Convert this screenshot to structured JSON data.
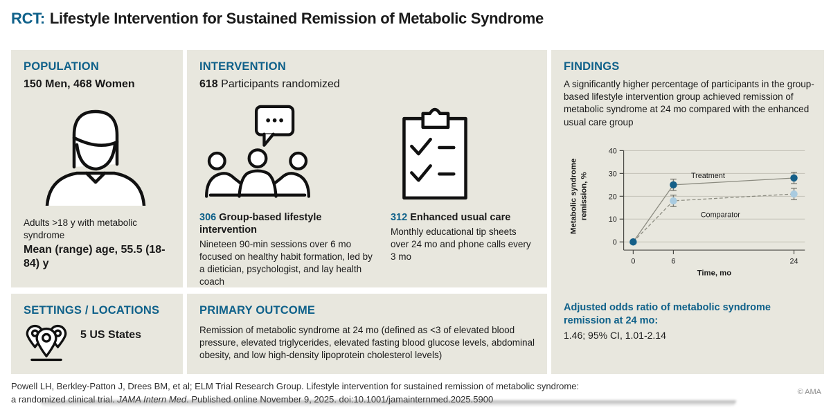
{
  "title": {
    "tag": "RCT:",
    "text": "Lifestyle Intervention for Sustained Remission of Metabolic Syndrome"
  },
  "panels": {
    "population": {
      "header": "POPULATION",
      "stat": "150 Men, 468 Women",
      "desc": "Adults >18 y with metabolic syndrome",
      "age": "Mean (range) age, 55.5 (18-84) y"
    },
    "settings": {
      "header": "SETTINGS / LOCATIONS",
      "stat": "5 US States"
    },
    "intervention": {
      "header": "INTERVENTION",
      "randomized_n": "618",
      "randomized_label": " Participants randomized",
      "arm1": {
        "n": "306",
        "title": " Group-based lifestyle intervention",
        "desc": "Nineteen 90-min sessions over 6 mo focused on healthy habit formation, led by a dietician, psychologist, and lay health coach"
      },
      "arm2": {
        "n": "312",
        "title": " Enhanced usual care",
        "desc": "Monthly educational tip sheets over 24 mo and phone calls every 3 mo"
      }
    },
    "primary_outcome": {
      "header": "PRIMARY OUTCOME",
      "desc": "Remission of metabolic syndrome at 24 mo (defined as <3 of elevated blood pressure, elevated triglycerides, elevated fasting blood glucose levels, abdominal obesity, and low high-density lipoprotein cholesterol levels)"
    },
    "findings": {
      "header": "FINDINGS",
      "desc": "A significantly higher percentage of participants in the group-based lifestyle intervention group achieved remission of metabolic syndrome at 24 mo compared with the enhanced usual care group",
      "odds_label": "Adjusted odds ratio of metabolic syndrome remission at 24 mo:",
      "odds_value": "1.46; 95% CI, 1.01-2.14"
    }
  },
  "chart_data": {
    "type": "line",
    "x": [
      0,
      6,
      24
    ],
    "xticks": [
      0,
      6,
      24
    ],
    "yticks": [
      0,
      10,
      20,
      30,
      40
    ],
    "ylim": [
      0,
      40
    ],
    "xlabel": "Time, mo",
    "ylabel": "Metabolic syndrome remission, %",
    "ylabel_lines": [
      "Metabolic syndrome",
      "remission, %"
    ],
    "grid": true,
    "series": [
      {
        "name": "Treatment",
        "values": [
          0,
          25,
          28
        ],
        "ci_low": [
          0,
          22.5,
          25.5
        ],
        "ci_high": [
          0,
          27.5,
          30.5
        ],
        "color": "#155f88",
        "style": "solid"
      },
      {
        "name": "Comparator",
        "values": [
          0,
          18,
          21
        ],
        "ci_low": [
          0,
          15.5,
          18.5
        ],
        "ci_high": [
          0,
          20.5,
          23.5
        ],
        "color": "#a9cbe0",
        "style": "dashed"
      }
    ]
  },
  "footer": {
    "line1": "Powell LH, Berkley-Patton J, Drees BM, et al; ELM Trial Research Group. Lifestyle intervention for sustained remission of metabolic syndrome:",
    "line2_pre": "a randomized clinical trial. ",
    "line2_italic": "JAMA Intern Med",
    "line2_post": ". Published online November 9, 2025. doi:10.1001/jamainternmed.2025.5900",
    "copyright": "© AMA"
  },
  "colors": {
    "accent": "#0f618a",
    "panel_bg": "#e8e7de",
    "treatment_dot": "#155f88",
    "comparator_dot": "#a9cbe0",
    "series_line": "#8b8b80",
    "gridline": "#c3c2b7",
    "error_bar": "#7d7d74"
  }
}
